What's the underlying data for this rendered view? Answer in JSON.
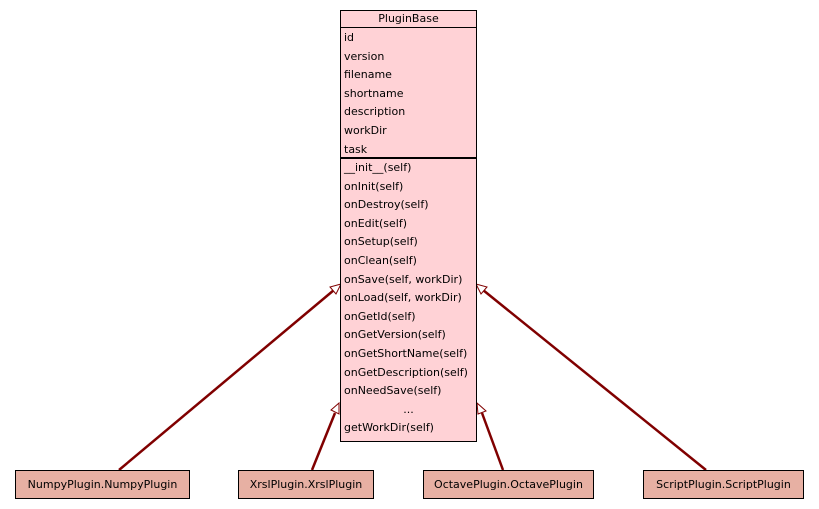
{
  "colors": {
    "base_fill": "#ffd2d6",
    "sub_fill": "#e7b0a3",
    "edge": "#800000",
    "border": "#000000"
  },
  "base": {
    "name": "PluginBase",
    "attributes": [
      "id",
      "version",
      "filename",
      "shortname",
      "description",
      "workDir",
      "task"
    ],
    "methods": [
      "__init__(self)",
      "onInit(self)",
      "onDestroy(self)",
      "onEdit(self)",
      "onSetup(self)",
      "onClean(self)",
      "onSave(self, workDir)",
      "onLoad(self, workDir)",
      "onGetId(self)",
      "onGetVersion(self)",
      "onGetShortName(self)",
      "onGetDescription(self)",
      "onNeedSave(self)",
      "...",
      "getWorkDir(self)"
    ]
  },
  "subclasses": [
    {
      "name": "NumpyPlugin.NumpyPlugin"
    },
    {
      "name": "XrslPlugin.XrslPlugin"
    },
    {
      "name": "OctavePlugin.OctavePlugin"
    },
    {
      "name": "ScriptPlugin.ScriptPlugin"
    }
  ]
}
